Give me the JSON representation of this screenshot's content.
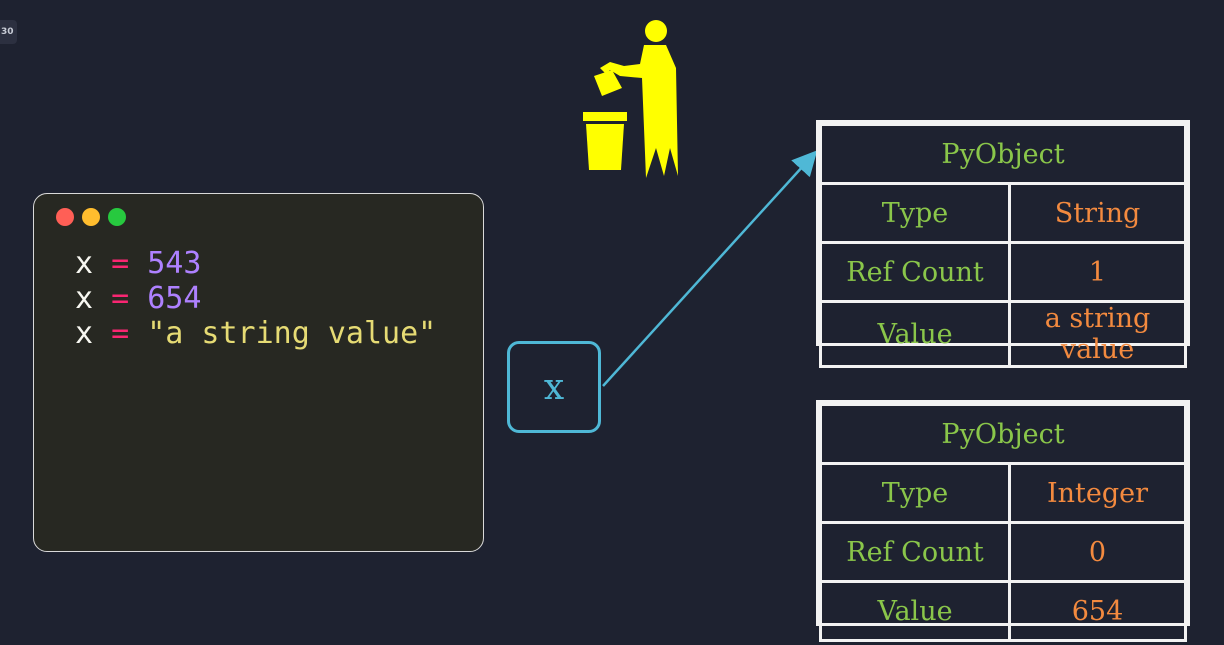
{
  "badge": "30",
  "code": {
    "lines": [
      {
        "var": "x",
        "op": "=",
        "value": "543",
        "kind": "num"
      },
      {
        "var": "x",
        "op": "=",
        "value": "654",
        "kind": "num"
      },
      {
        "var": "x",
        "op": "=",
        "value": "\"a string value\"",
        "kind": "str"
      }
    ]
  },
  "variable": {
    "label": "x"
  },
  "objects": [
    {
      "title": "PyObject",
      "rows": [
        {
          "key": "Type",
          "value": "String"
        },
        {
          "key": "Ref Count",
          "value": "1"
        },
        {
          "key": "Value",
          "value": "a string value"
        }
      ]
    },
    {
      "title": "PyObject",
      "rows": [
        {
          "key": "Type",
          "value": "Integer"
        },
        {
          "key": "Ref Count",
          "value": "0"
        },
        {
          "key": "Value",
          "value": "654"
        }
      ]
    }
  ],
  "icons": {
    "garbage": "trash-person-icon"
  },
  "colors": {
    "background": "#1e2230",
    "accent": "#4fb8d6",
    "key_text": "#8ac64a",
    "value_text": "#f38a3f",
    "trash_icon": "#ffff00"
  }
}
